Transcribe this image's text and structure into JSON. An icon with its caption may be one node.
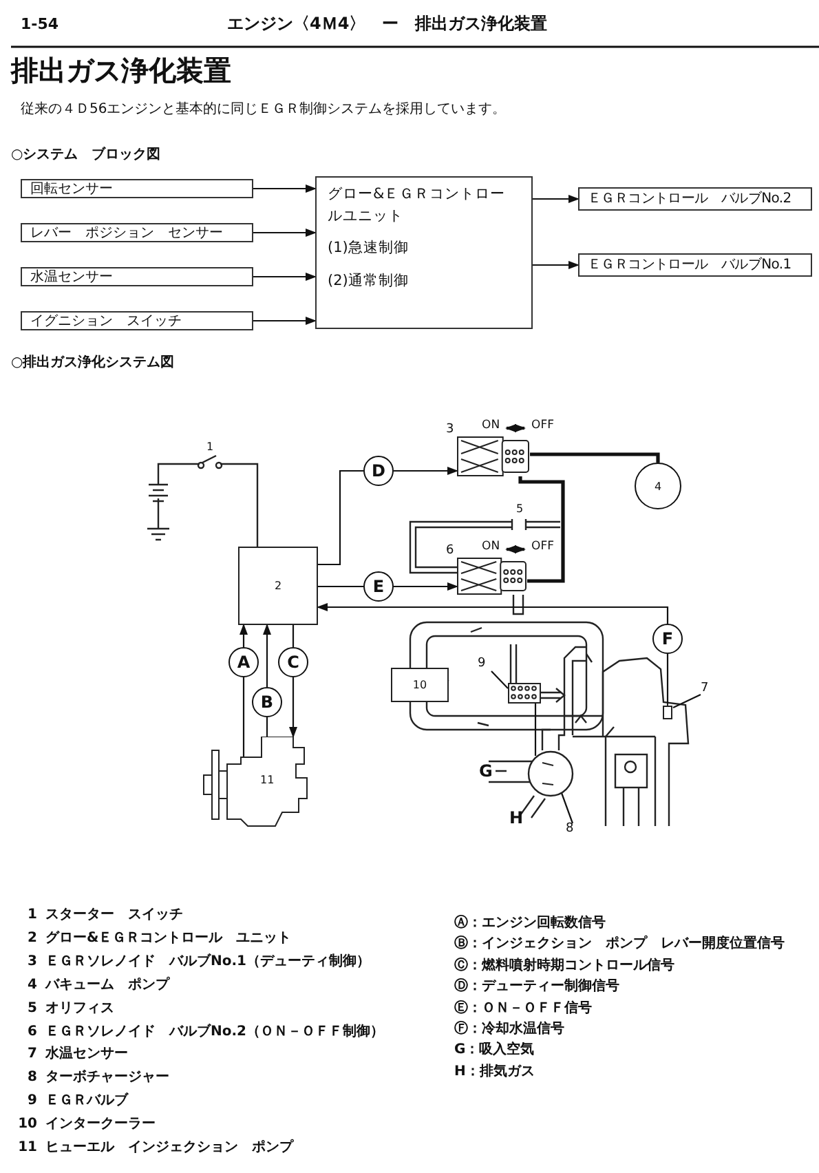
{
  "diagram": {
    "title": "排出ガス浄化装置",
    "nodes": [
      {
        "text": [
          "回転センサー"
        ]
      },
      {
        "text": [
          "レバー　ポジション　センサー"
        ]
      },
      {
        "text": [
          "水温センサー"
        ]
      },
      {
        "text": [
          "イグニション　スイッチ"
        ]
      },
      {
        "text": [
          "グロー&ＥＧＲコントロールユニット",
          "(1)急速制御",
          "(2)通常制御"
        ]
      },
      {
        "text": [
          "ＥＧＲコントロール　バルブNo.2"
        ]
      },
      {
        "text": [
          "ＥＧＲコントロール　バルブNo.1"
        ]
      },
      {
        "text": [
          "2"
        ]
      },
      {
        "text": [
          "A"
        ]
      },
      {
        "text": [
          "B"
        ]
      },
      {
        "text": [
          "C"
        ]
      },
      {
        "text": [
          "D"
        ]
      },
      {
        "text": [
          "E"
        ]
      },
      {
        "text": [
          "F"
        ]
      },
      {
        "text": [],
        "shape": "box",
        "beside": [
          "3",
          "ON",
          "OFF"
        ]
      },
      {
        "text": [],
        "shape": "box",
        "beside": [
          "6",
          "ON",
          "OFF"
        ]
      },
      {
        "text": [
          "4"
        ]
      },
      {
        "text": [
          "10"
        ]
      },
      {
        "text": [
          "11"
        ]
      },
      {
        "text": [],
        "shape": "box"
      },
      {
        "text": [
          "7"
        ]
      },
      {
        "text": [],
        "shape": "box"
      },
      {
        "text": [
          "9"
        ]
      },
      {
        "text": [],
        "shape": "circle"
      },
      {
        "text": [
          "8"
        ]
      }
    ],
    "edges": [
      {
        "from": 0,
        "to": 4,
        "arrow": "to"
      },
      {
        "from": 1,
        "to": 4,
        "arrow": "to"
      },
      {
        "from": 2,
        "to": 4,
        "arrow": "to"
      },
      {
        "from": 3,
        "to": 4,
        "arrow": "to"
      },
      {
        "from": 4,
        "to": 5,
        "arrow": "to"
      },
      {
        "from": 4,
        "to": 6,
        "arrow": "to"
      },
      {
        "from": 7,
        "to": 11,
        "arrow": "none"
      },
      {
        "from": 11,
        "to": 14,
        "arrow": "to"
      },
      {
        "from": 7,
        "to": 12,
        "arrow": "none"
      },
      {
        "from": 12,
        "to": 15,
        "arrow": "to"
      },
      {
        "from": 13,
        "to": 7,
        "arrow": "to"
      },
      {
        "from": 19,
        "to": 13,
        "arrow": "none"
      },
      {
        "from": 18,
        "to": 8,
        "arrow": "none"
      },
      {
        "from": 8,
        "to": 7,
        "arrow": "to"
      },
      {
        "from": 18,
        "to": 9,
        "arrow": "none"
      },
      {
        "from": 9,
        "to": 7,
        "arrow": "to"
      },
      {
        "from": 7,
        "to": 10,
        "arrow": "none"
      },
      {
        "from": 10,
        "to": 18,
        "arrow": "to"
      },
      {
        "from": 14,
        "to": 16,
        "arrow": "none",
        "style": "thick"
      },
      {
        "from": 14,
        "to": 15,
        "arrow": "none",
        "style": "thick"
      },
      {
        "from": 21,
        "to": 23,
        "arrow": "none"
      },
      {
        "from": 20,
        "to": 19,
        "arrow": "none"
      },
      {
        "from": 22,
        "to": 21,
        "arrow": "none"
      },
      {
        "from": 24,
        "to": 23,
        "arrow": "none"
      }
    ],
    "labels": [
      "1-54",
      "エンジン〈4Ｍ4〉　ー　排出ガス浄化装置",
      "従来の４Ｄ56エンジンと基本的に同じＥＧＲ制御システムを採用しています。",
      "○システム　ブロック図",
      "○排出ガス浄化システム図",
      "1",
      "5",
      "G",
      "H",
      "1",
      "スターター　スイッチ",
      "2",
      "グロー&ＥＧＲコントロール　ユニット",
      "3",
      "ＥＧＲソレノイド　バルブNo.1（デューティ制御）",
      "4",
      "バキューム　ポンプ",
      "5",
      "オリフィス",
      "6",
      "ＥＧＲソレノイド　バルブNo.2（ＯＮ－ＯＦＦ制御）",
      "7",
      "水温センサー",
      "8",
      "ターボチャージャー",
      "9",
      "ＥＧＲバルブ",
      "10",
      "インタークーラー",
      "11",
      "ヒューエル　インジェクション　ポンプ",
      "Ⓐ：エンジン回転数信号",
      "Ⓑ：インジェクション　ポンプ　レバー開度位置信号",
      "Ⓒ：燃料噴射時期コントロール信号",
      "Ⓓ：デューティー制御信号",
      "Ⓔ：ＯＮ－ＯＦＦ信号",
      "Ⓕ：冷却水温信号",
      "G：吸入空気",
      "H：排気ガス"
    ]
  }
}
